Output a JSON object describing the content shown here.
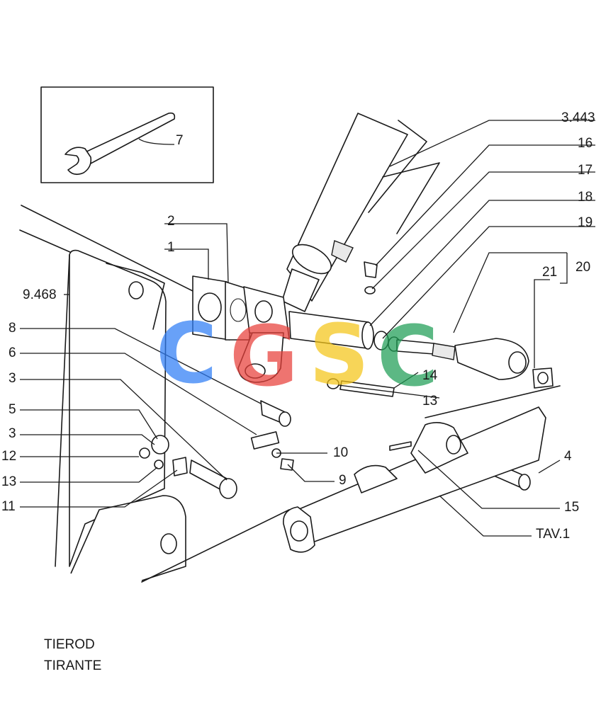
{
  "title": {
    "line1": "TIEROD",
    "line2": "TIRANTE"
  },
  "watermark": {
    "letters": [
      "C",
      "G",
      "S",
      "C"
    ],
    "colors": [
      "#2f7df6",
      "#e8403a",
      "#f5c518",
      "#1e9e55"
    ]
  },
  "callouts": {
    "ref_3443": "3.443",
    "ref_9468": "9.468",
    "ref_tav1": "TAV.1",
    "p1": "1",
    "p2": "2",
    "p3a": "3",
    "p3b": "3",
    "p4": "4",
    "p5": "5",
    "p6": "6",
    "p7": "7",
    "p8": "8",
    "p9": "9",
    "p10": "10",
    "p11": "11",
    "p12": "12",
    "p13a": "13",
    "p13b": "13",
    "p14": "14",
    "p15": "15",
    "p16": "16",
    "p17": "17",
    "p18": "18",
    "p19": "19",
    "p20": "20",
    "p21": "21"
  }
}
